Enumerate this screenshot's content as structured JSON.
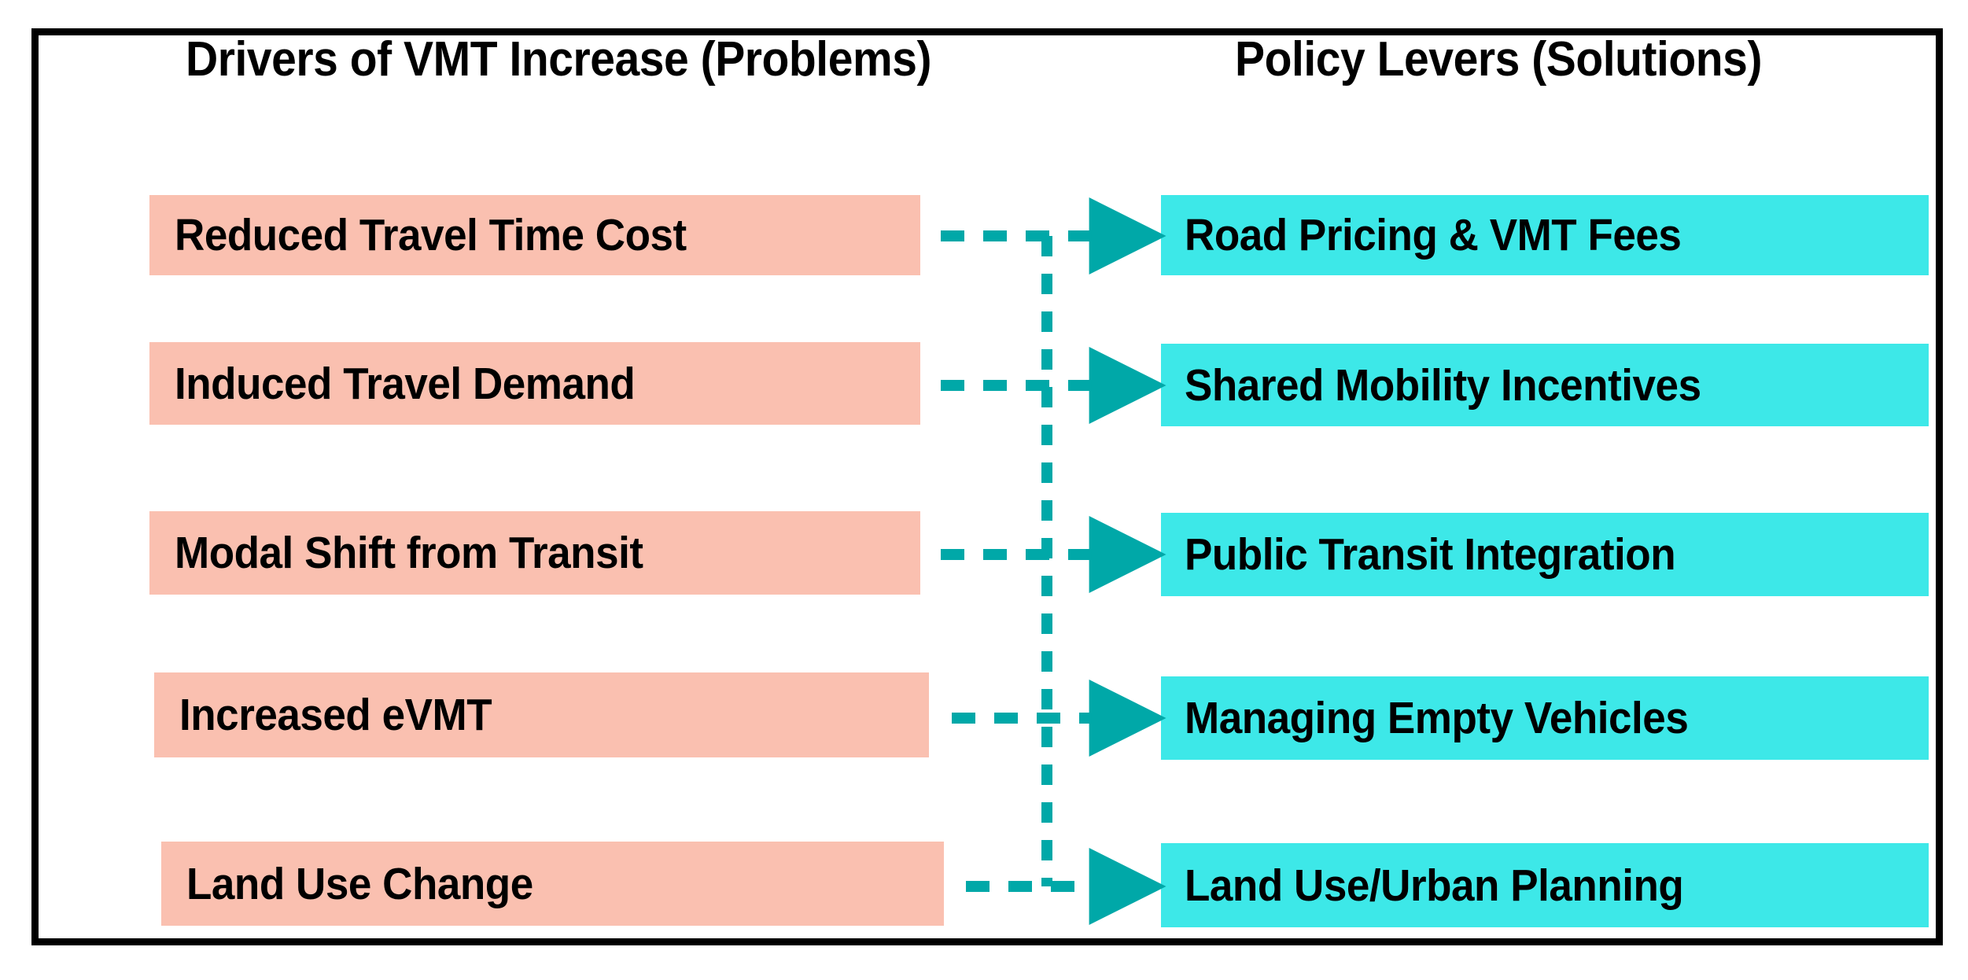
{
  "diagram": {
    "title_left": "Drivers of VMT Increase (Problems)",
    "title_right": "Policy Levers (Solutions)",
    "colors": {
      "problem_fill": "#FAC0B0",
      "solution_fill": "#3DE8E8",
      "connector": "#00A8A8",
      "frame": "#000000",
      "text": "#000000",
      "background": "#FFFFFF"
    },
    "rows": [
      {
        "problem": "Reduced Travel Time Cost",
        "solution": "Road Pricing & VMT Fees"
      },
      {
        "problem": "Induced Travel Demand",
        "solution": "Shared Mobility Incentives"
      },
      {
        "problem": "Modal Shift from Transit",
        "solution": "Public Transit Integration"
      },
      {
        "problem": "Increased eVMT",
        "solution": "Managing Empty Vehicles"
      },
      {
        "problem": "Land Use Change",
        "solution": "Land Use/Urban Planning"
      }
    ]
  }
}
